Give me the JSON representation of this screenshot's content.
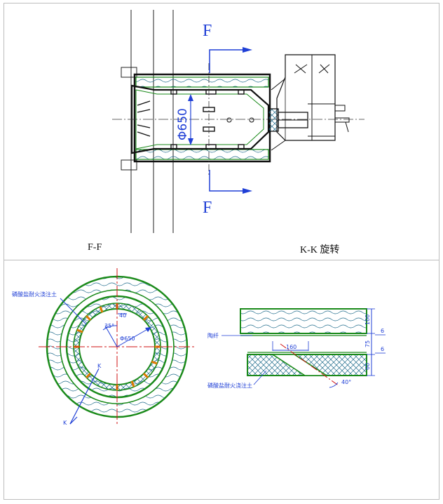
{
  "top": {
    "section_mark_top": "F",
    "section_mark_bottom": "F",
    "diameter_label": "Φ650"
  },
  "captions": {
    "left": "F-F",
    "right": "K-K 旋转"
  },
  "ring": {
    "castable_label": "磷酸盐耐火浇注土",
    "angle_label": "35°",
    "dim_40": "40",
    "dia_label": "Φ650",
    "k_upper": "K",
    "k_lower": "K"
  },
  "section_kk": {
    "ceramic_label": "陶纤",
    "castable_label": "磷酸盐耐火浇注土",
    "dim_100": "100",
    "dim_6a": "6",
    "dim_75": "75",
    "dim_6b": "6",
    "dim_60": "60",
    "dim_160": "160",
    "angle_40": "40°"
  },
  "colors": {
    "line_dark": "#1a1a1a",
    "green": "#1a8a1a",
    "blue": "#1f3fd6",
    "red": "#d11515",
    "orange": "#e07a00",
    "hatch": "#1d6a8a"
  }
}
